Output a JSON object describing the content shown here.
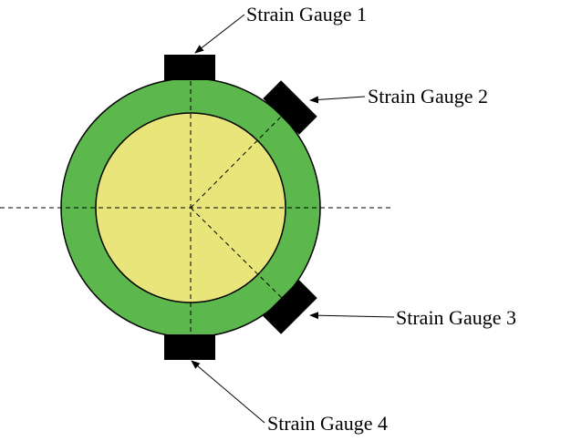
{
  "diagram": {
    "colors": {
      "outer_ring": "#5cb84c",
      "inner_core": "#e8e67a",
      "gauge": "#000000",
      "lines": "#000000",
      "background": "#ffffff"
    },
    "gauges": [
      {
        "label": "Strain Gauge 1"
      },
      {
        "label": "Strain Gauge 2"
      },
      {
        "label": "Strain Gauge 3"
      },
      {
        "label": "Strain Gauge 4"
      }
    ]
  }
}
